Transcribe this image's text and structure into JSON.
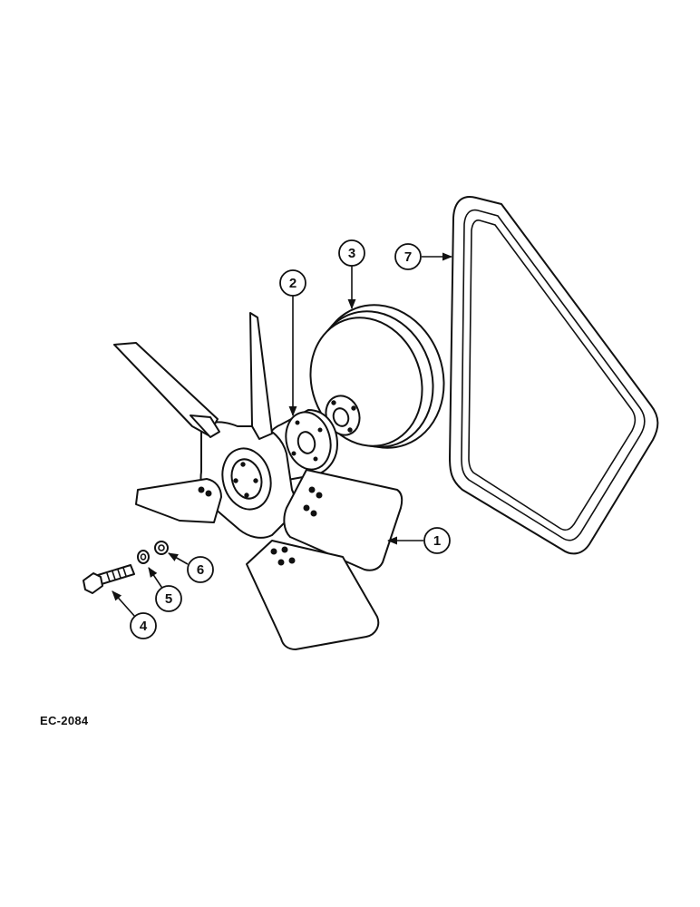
{
  "figure": {
    "id_label": "EC-2084"
  },
  "callouts": [
    {
      "number": "1",
      "part": "fan"
    },
    {
      "number": "2",
      "part": "spacer"
    },
    {
      "number": "3",
      "part": "pulley"
    },
    {
      "number": "4",
      "part": "bolt"
    },
    {
      "number": "5",
      "part": "lock-washer"
    },
    {
      "number": "6",
      "part": "flat-washer"
    },
    {
      "number": "7",
      "part": "v-belt"
    }
  ]
}
